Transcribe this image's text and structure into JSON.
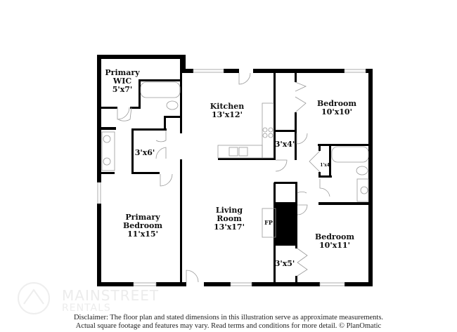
{
  "rooms": [
    {
      "name": "Primary",
      "name2": "WIC",
      "dims": "5'x7'"
    },
    {
      "name": "Kitchen",
      "dims": "13'x12'"
    },
    {
      "name": "Bedroom",
      "dims": "10'x10'"
    },
    {
      "name": "Primary",
      "name2": "Bedroom",
      "dims": "11'x15'"
    },
    {
      "name": "Living",
      "name2": "Room",
      "dims": "13'x17'"
    },
    {
      "name": "Bedroom",
      "dims": "10'x11'"
    }
  ],
  "closets": [
    "3'x6'",
    "3'x4'",
    "1'x4'",
    "3'x5'"
  ],
  "fireplace": "FP",
  "watermark": {
    "line1": "MAINSTREET",
    "line2": "RENTALS"
  },
  "disclaimer": {
    "line1": "Disclaimer: The floor plan and stated dimensions in this illustration serve as approximate measurements.",
    "line2": "Actual square footage and features may vary. Read terms and conditions for more detail. © PlanOmatic"
  },
  "colors": {
    "wall": "#000000",
    "fixture": "#9a9a9a"
  }
}
